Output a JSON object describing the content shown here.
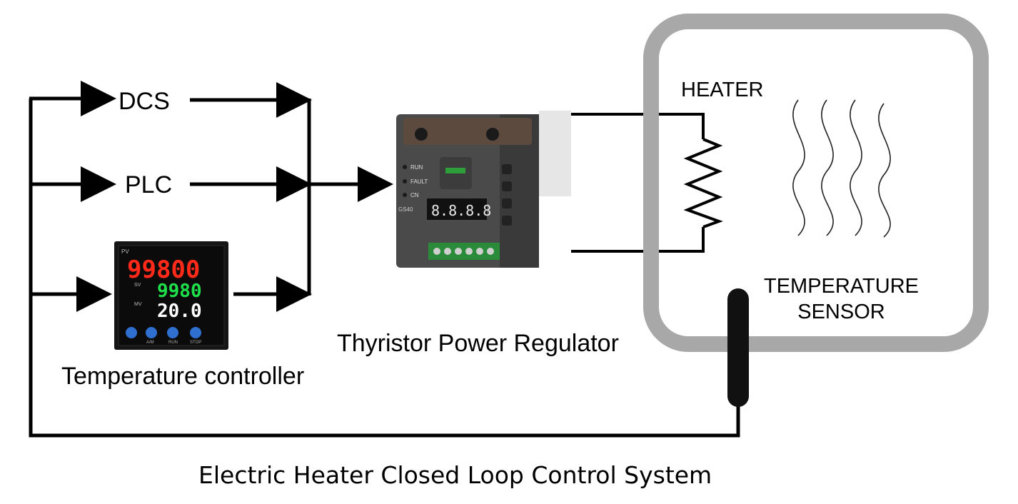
{
  "labels": {
    "dcs": "DCS",
    "plc": "PLC",
    "temperature_controller": "Temperature controller",
    "thyristor": "Thyristor  Power Regulator",
    "heater": "HEATER",
    "sensor_line1": "TEMPERATURE",
    "sensor_line2": "SENSOR",
    "caption": "Electric Heater Closed Loop Control  System"
  },
  "controller_device": {
    "pv_tag": "PV",
    "pv_value": "99800",
    "sv_tag": "SV",
    "sv_value": "9980",
    "mv_tag": "MV",
    "mv_value": "20.0",
    "key_labels": [
      "A/M",
      "RUN",
      "STOP"
    ],
    "pv_color": "#ff2a1a",
    "sv_color": "#1fe04a",
    "mv_color": "#ffffff"
  },
  "regulator_device": {
    "indicators": [
      "RUN",
      "FAULT",
      "CN"
    ],
    "model": "GS40",
    "display": "8.8.8.8",
    "logo_color": "#2e9e3a"
  },
  "colors": {
    "line": "#000000",
    "enclosure": "#a8a8a8",
    "device_body": "#4a4a4a"
  }
}
